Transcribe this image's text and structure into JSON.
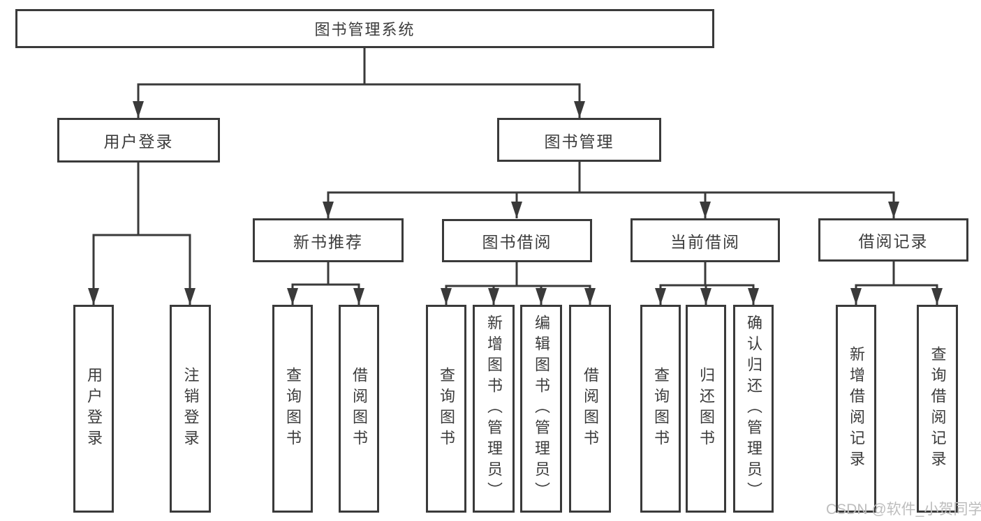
{
  "diagram_title": "图书管理系统",
  "tree": {
    "label": "图书管理系统",
    "children": [
      {
        "label": "用户登录",
        "children": [
          {
            "label": "用户登录"
          },
          {
            "label": "注销登录"
          }
        ]
      },
      {
        "label": "图书管理",
        "children": [
          {
            "label": "新书推荐",
            "children": [
              {
                "label": "查询图书"
              },
              {
                "label": "借阅图书"
              }
            ]
          },
          {
            "label": "图书借阅",
            "children": [
              {
                "label": "查询图书"
              },
              {
                "label": "新增图书（管理员）"
              },
              {
                "label": "编辑图书（管理员）"
              },
              {
                "label": "借阅图书"
              }
            ]
          },
          {
            "label": "当前借阅",
            "children": [
              {
                "label": "查询图书"
              },
              {
                "label": "归还图书"
              },
              {
                "label": "确认归还（管理员）"
              }
            ]
          },
          {
            "label": "借阅记录",
            "children": [
              {
                "label": "新增借阅记录"
              },
              {
                "label": "查询借阅记录"
              }
            ]
          }
        ]
      }
    ]
  },
  "watermark": {
    "text": "CSDN @软件_小贺同学"
  },
  "colors": {
    "line": "#3a3a3a",
    "text": "#3c3c3c",
    "box_fill": "#ffffff",
    "watermark": "#bdbdbd",
    "background": "#ffffff"
  }
}
